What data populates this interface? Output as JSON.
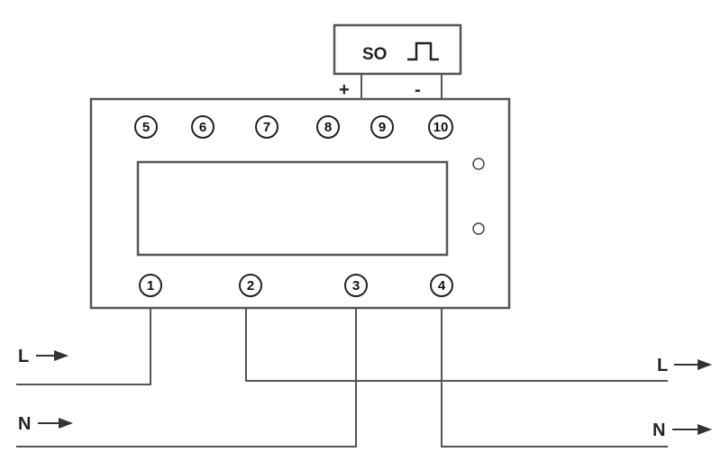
{
  "pulse_box": {
    "label": "SO",
    "plus": "+",
    "minus": "-"
  },
  "terminals_top": [
    "5",
    "6",
    "7",
    "8",
    "9",
    "10"
  ],
  "terminals_bottom": [
    "1",
    "2",
    "3",
    "4"
  ],
  "left_labels": {
    "line": "L",
    "neutral": "N"
  },
  "right_labels": {
    "line": "L",
    "neutral": "N"
  }
}
